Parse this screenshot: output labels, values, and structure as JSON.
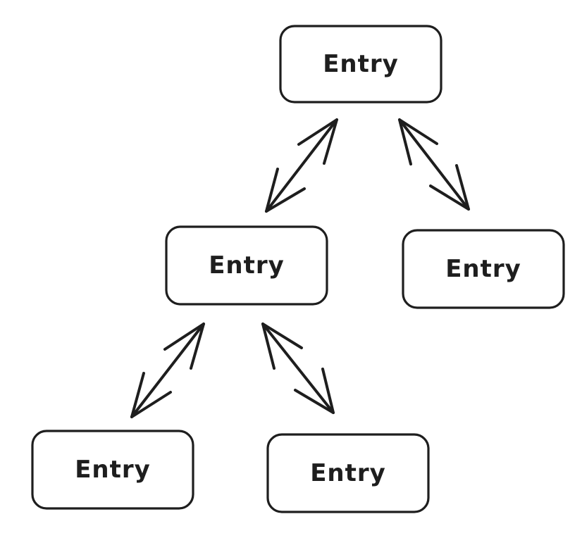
{
  "diagram": {
    "stroke_color": "#1e1e1e",
    "background_color": "#ffffff",
    "nodes": [
      {
        "id": "root",
        "label": "Entry"
      },
      {
        "id": "left-child",
        "label": "Entry"
      },
      {
        "id": "right-child",
        "label": "Entry"
      },
      {
        "id": "left-left-grandchild",
        "label": "Entry"
      },
      {
        "id": "left-right-grandchild",
        "label": "Entry"
      }
    ],
    "edges": [
      {
        "from": "root",
        "to": "left-child",
        "arrows": "both"
      },
      {
        "from": "root",
        "to": "right-child",
        "arrows": "both"
      },
      {
        "from": "left-child",
        "to": "left-left-grandchild",
        "arrows": "both"
      },
      {
        "from": "left-child",
        "to": "left-right-grandchild",
        "arrows": "both"
      }
    ]
  }
}
